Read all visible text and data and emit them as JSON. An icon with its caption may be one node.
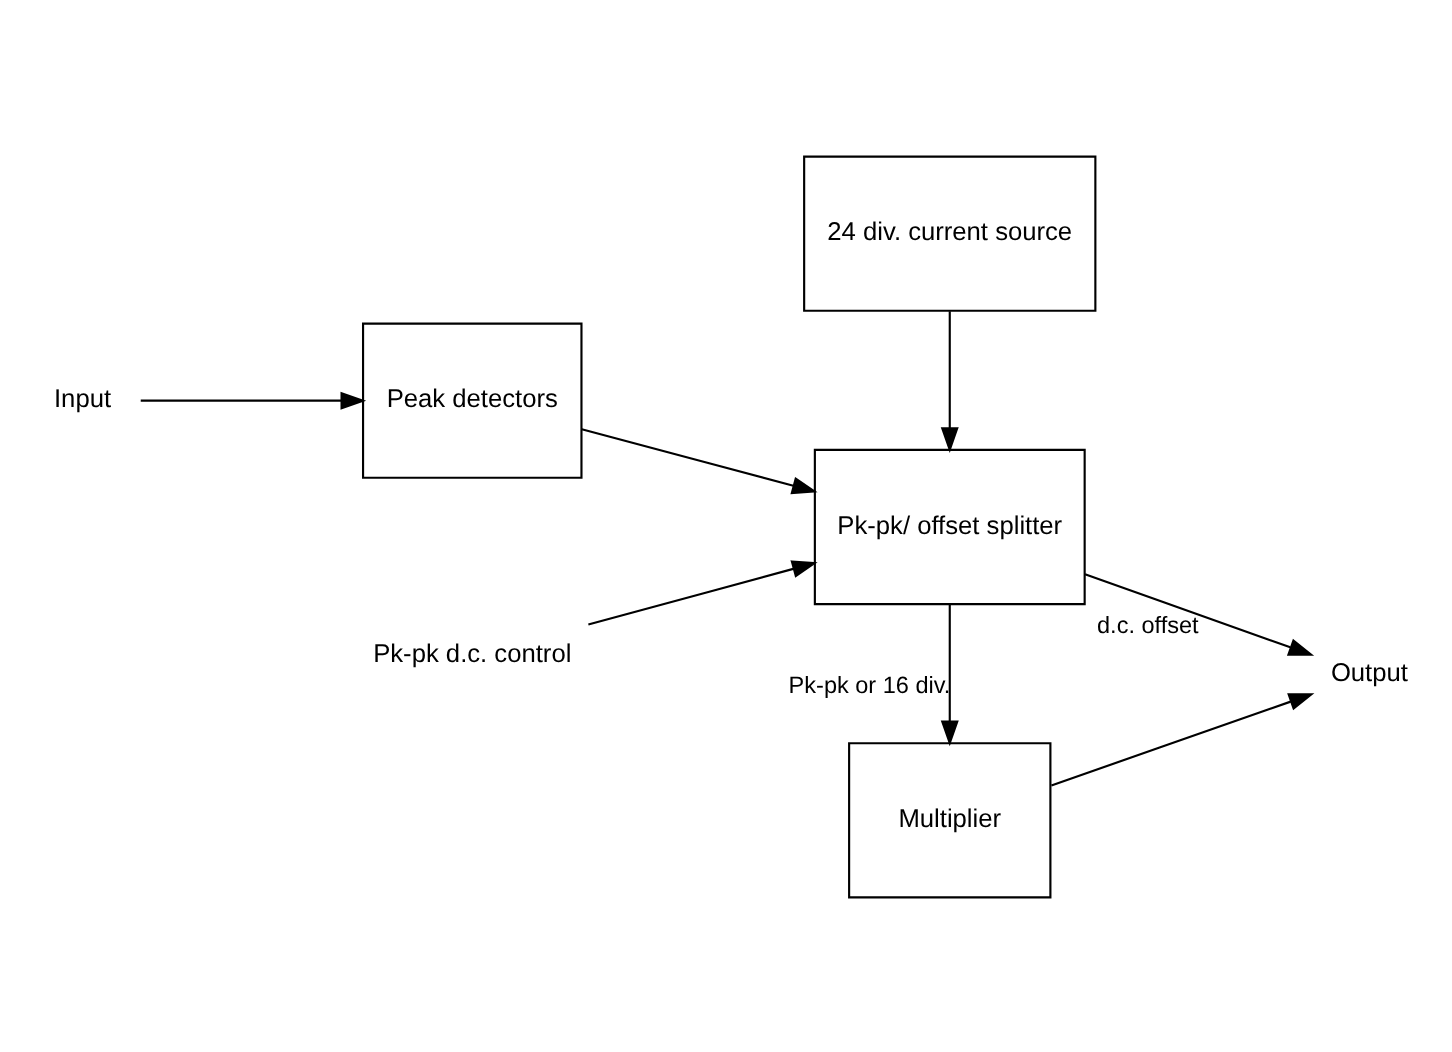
{
  "diagram": {
    "nodes": [
      {
        "text": [
          "Input"
        ]
      },
      {
        "text": [
          "Peak detectors"
        ]
      },
      {
        "text": [
          "Pk-pk/ offset splitter"
        ]
      },
      {
        "text": [
          "Multiplier"
        ]
      },
      {
        "text": [
          "24 div. current source"
        ]
      },
      {
        "text": [
          "Output"
        ]
      },
      {
        "text": [
          "Pk-pk d.c. control"
        ]
      }
    ],
    "edges": [
      {
        "from": 0,
        "to": 1,
        "arrow": "to"
      },
      {
        "from": 1,
        "to": 2,
        "arrow": "to"
      },
      {
        "from": 2,
        "to": 3,
        "arrow": "to",
        "label": "Pk-pk or 16 div."
      },
      {
        "from": 4,
        "to": 2,
        "arrow": "to"
      },
      {
        "from": 6,
        "to": 2,
        "arrow": "to"
      },
      {
        "from": 2,
        "to": 5,
        "arrow": "to",
        "label": "d.c. offset"
      },
      {
        "from": 3,
        "to": 5,
        "arrow": "to"
      }
    ]
  }
}
